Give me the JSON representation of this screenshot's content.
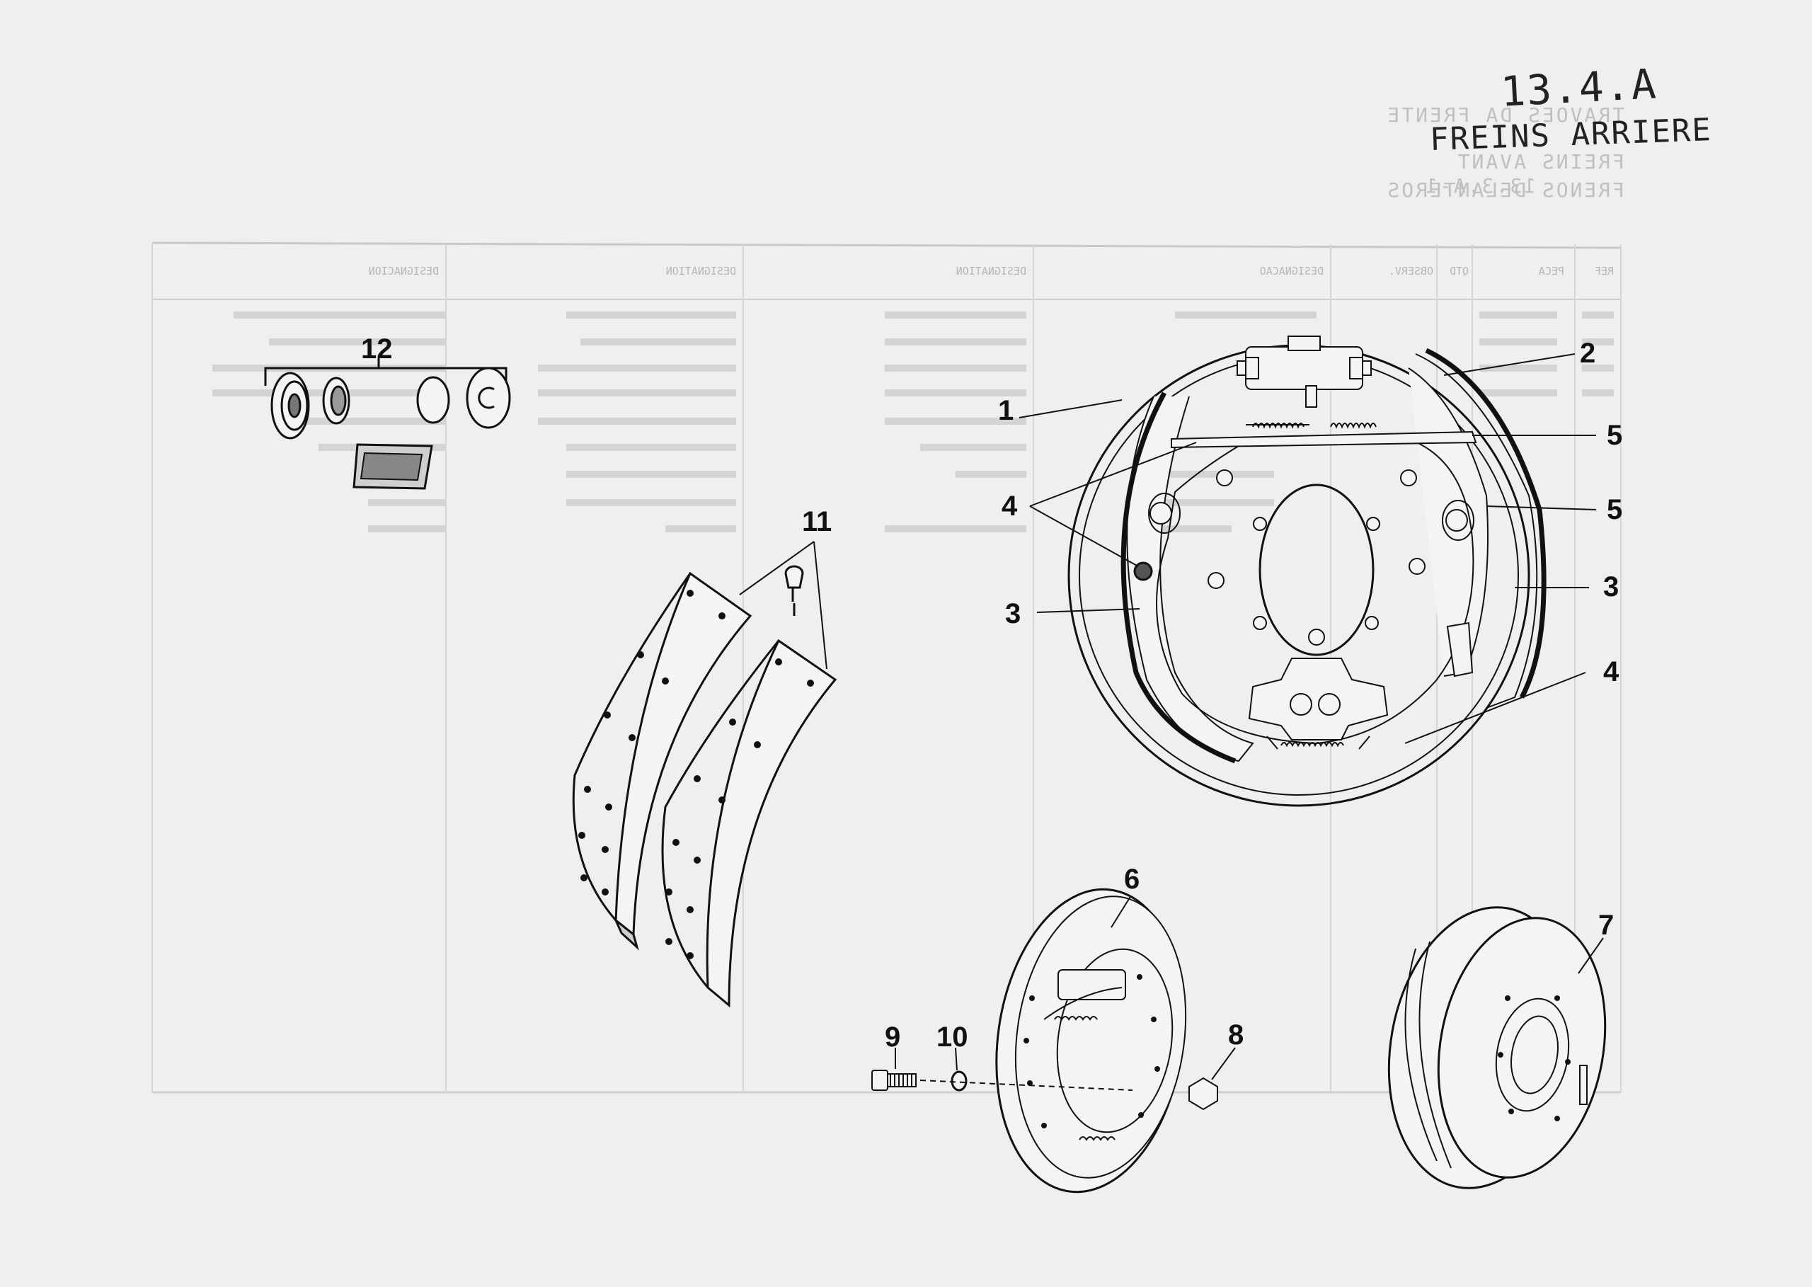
{
  "sheet": {
    "page_code": "13.4.A",
    "page_title": "FREINS ARRIERE"
  },
  "show_through": {
    "code": "13.3.A-1",
    "titles": [
      "TRAVOES DA FRENTE",
      "FREINS AVANT",
      "FRENOS DELANTEROS"
    ],
    "headers": [
      "REF",
      "PECA",
      "QTD",
      "OBSERV.",
      "DESIGNACAO",
      "DESIGNATION",
      "DESIGNATION",
      "DESIGNACION"
    ]
  },
  "callouts": [
    {
      "id": "1",
      "label": "1"
    },
    {
      "id": "2",
      "label": "2"
    },
    {
      "id": "3a",
      "label": "3"
    },
    {
      "id": "3b",
      "label": "3"
    },
    {
      "id": "4a",
      "label": "4"
    },
    {
      "id": "4b",
      "label": "4"
    },
    {
      "id": "5a",
      "label": "5"
    },
    {
      "id": "5b",
      "label": "5"
    },
    {
      "id": "6",
      "label": "6"
    },
    {
      "id": "7",
      "label": "7"
    },
    {
      "id": "8",
      "label": "8"
    },
    {
      "id": "9",
      "label": "9"
    },
    {
      "id": "10",
      "label": "10"
    },
    {
      "id": "11",
      "label": "11"
    },
    {
      "id": "12",
      "label": "12"
    }
  ],
  "parts": [
    {
      "ref": "1",
      "icon": "brake-shoe-icon"
    },
    {
      "ref": "2",
      "icon": "wheel-cylinder-icon"
    },
    {
      "ref": "3",
      "icon": "backing-plate-icon"
    },
    {
      "ref": "4",
      "icon": "spring-icon"
    },
    {
      "ref": "5",
      "icon": "return-spring-icon"
    },
    {
      "ref": "6",
      "icon": "brake-assembly-icon"
    },
    {
      "ref": "7",
      "icon": "brake-drum-icon"
    },
    {
      "ref": "8",
      "icon": "bolt-icon"
    },
    {
      "ref": "9",
      "icon": "nut-icon"
    },
    {
      "ref": "10",
      "icon": "washer-icon"
    },
    {
      "ref": "11",
      "icon": "brake-lining-icon"
    },
    {
      "ref": "12",
      "icon": "bearing-kit-icon"
    }
  ],
  "colors": {
    "paper": "#efefee",
    "ink": "#111111",
    "ghost": "#9a9a9a"
  }
}
